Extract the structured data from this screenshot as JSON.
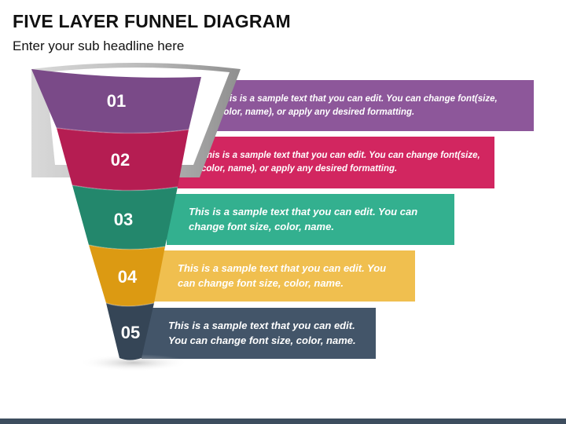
{
  "title": "FIVE LAYER FUNNEL DIAGRAM",
  "subtitle": "Enter your sub headline here",
  "layers": [
    {
      "number": "01",
      "text": "This is a sample text that you can edit. You can change font(size, color, name), or apply any desired formatting.",
      "color": "#8d579a",
      "funnel_color": "#7a4a88"
    },
    {
      "number": "02",
      "text": "This is a sample text that you can edit. You can change font(size, color, name), or apply any desired formatting.",
      "color": "#d22660",
      "funnel_color": "#b51d52"
    },
    {
      "number": "03",
      "text": "This is a sample text that you can edit. You can change font size, color, name.",
      "color": "#33b08f",
      "funnel_color": "#23876c"
    },
    {
      "number": "04",
      "text": "This is a sample text that you can edit. You can change font size, color, name.",
      "color": "#f0bf4f",
      "funnel_color": "#dc9a12"
    },
    {
      "number": "05",
      "text": "This is a sample text that you can edit. You can change font size, color, name.",
      "color": "#435569",
      "funnel_color": "#354556"
    }
  ],
  "footer_bar_color": "#3d4d5e"
}
